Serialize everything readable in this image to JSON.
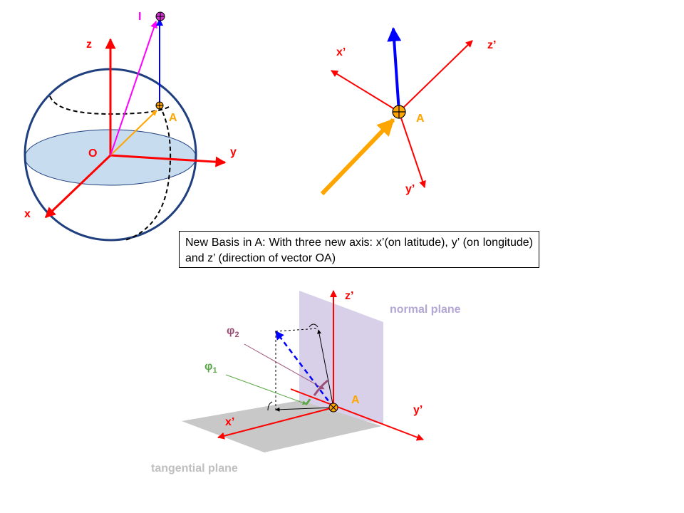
{
  "sphere_figure": {
    "labels": {
      "x": "x",
      "y": "y",
      "z": "z",
      "origin": "O",
      "point": "A",
      "light": "I"
    }
  },
  "basis_figure": {
    "labels": {
      "x_prime": "x’",
      "y_prime": "y’",
      "z_prime": "z’",
      "point": "A"
    }
  },
  "caption": "New Basis in A: With three new axis: x’(on latitude), y’ (on longitude) and z’ (direction of vector OA)",
  "planes_figure": {
    "labels": {
      "z_prime": "z’",
      "x_prime": "x’",
      "y_prime": "y’",
      "point": "A",
      "normal_plane": "normal plane",
      "tangential_plane": "tangential plane",
      "phi_1": "φ",
      "phi_1_sub": "1",
      "phi_2": "φ",
      "phi_2_sub": "2"
    }
  },
  "colors": {
    "axis_red": "#ff0000",
    "vector_blue": "#0000ff",
    "vector_orange": "#ffa500",
    "vector_magenta": "#ff00ff",
    "sphere_outline": "#1f3f7f",
    "equator_fill": "#c7dcef",
    "normal_plane_fill": "#d8d0e8",
    "tangential_plane_fill": "#c8c8c8",
    "phi1_green": "#5aa845",
    "phi2_mauve": "#9c4f76",
    "plane_label_lavender": "#b4a7d6",
    "plane_label_gray": "#bfbfbf"
  }
}
